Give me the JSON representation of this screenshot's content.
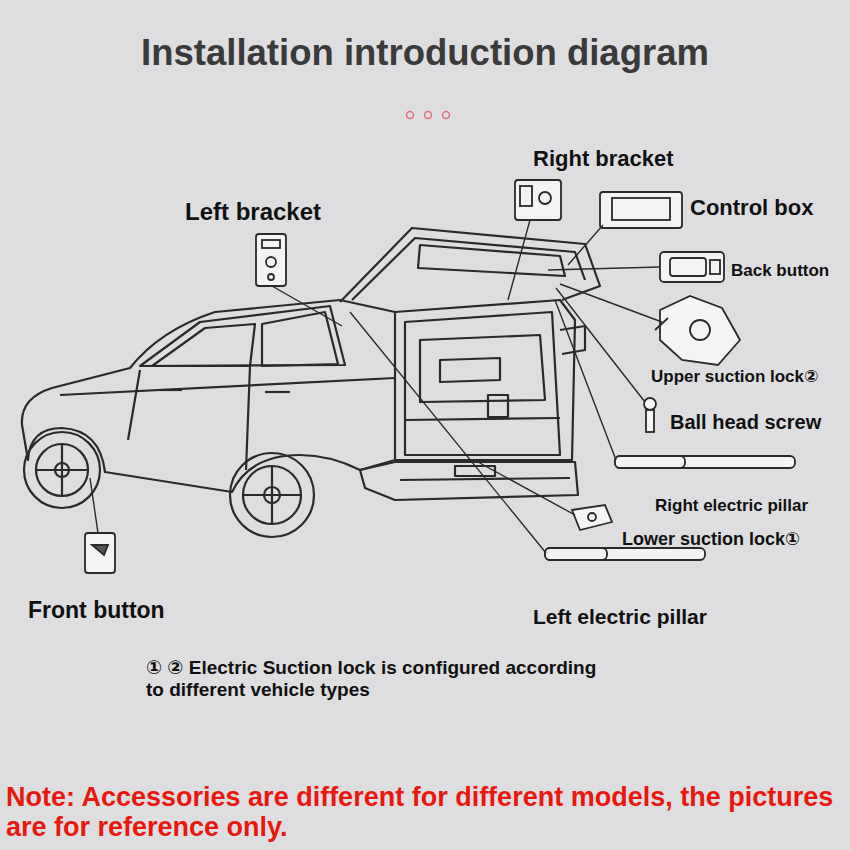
{
  "diagram": {
    "title": "Installation introduction diagram",
    "labels": [
      "Right bracket",
      "Left bracket",
      "Control box",
      "Back button",
      "Upper suction lock②",
      "Ball head screw",
      "Right electric pillar",
      "Lower suction lock①",
      "Front button",
      "Left electric pillar",
      "① ② Electric Suction lock is configured according to different vehicle types",
      "Note: Accessories are different for different models, the pictures are for reference only."
    ]
  }
}
